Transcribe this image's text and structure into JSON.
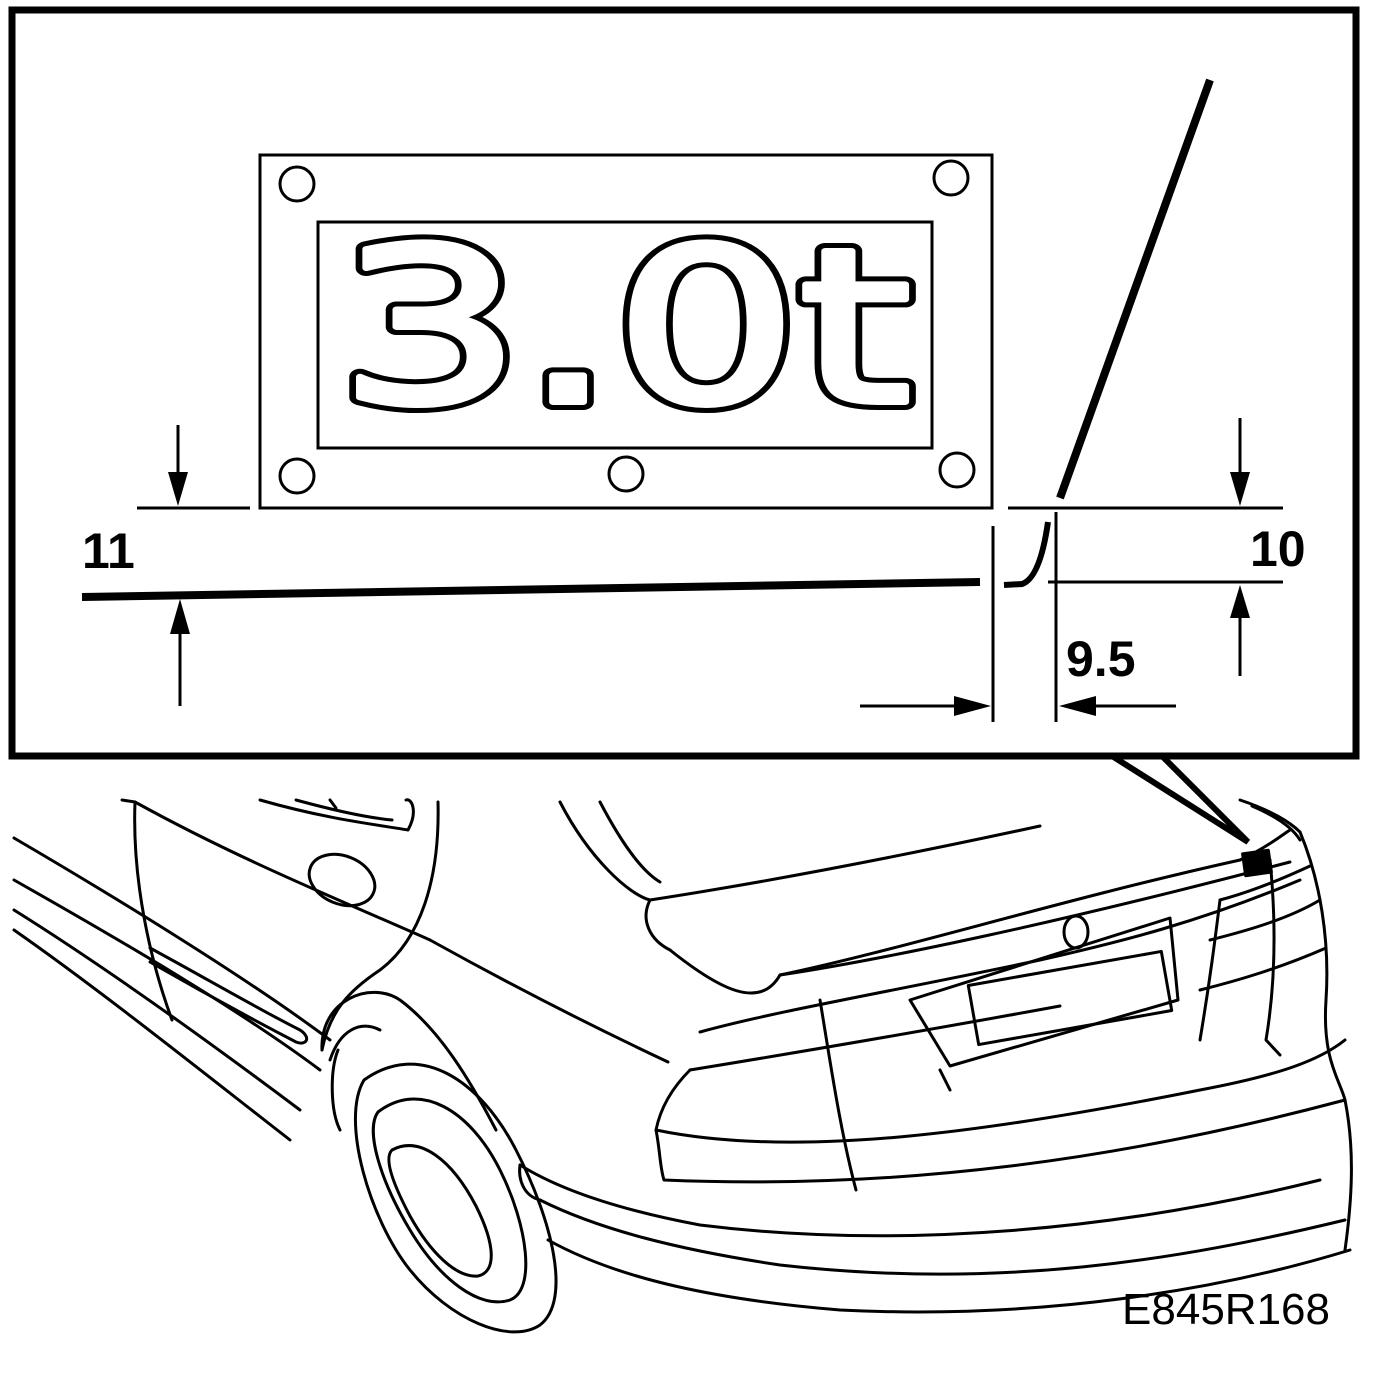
{
  "badge": {
    "text": "3.0t"
  },
  "dimensions": {
    "left_height": "11",
    "right_height": "10",
    "edge_offset": "9.5"
  },
  "reference_code": "E845R168",
  "colors": {
    "line": "#000000",
    "background": "#ffffff"
  }
}
